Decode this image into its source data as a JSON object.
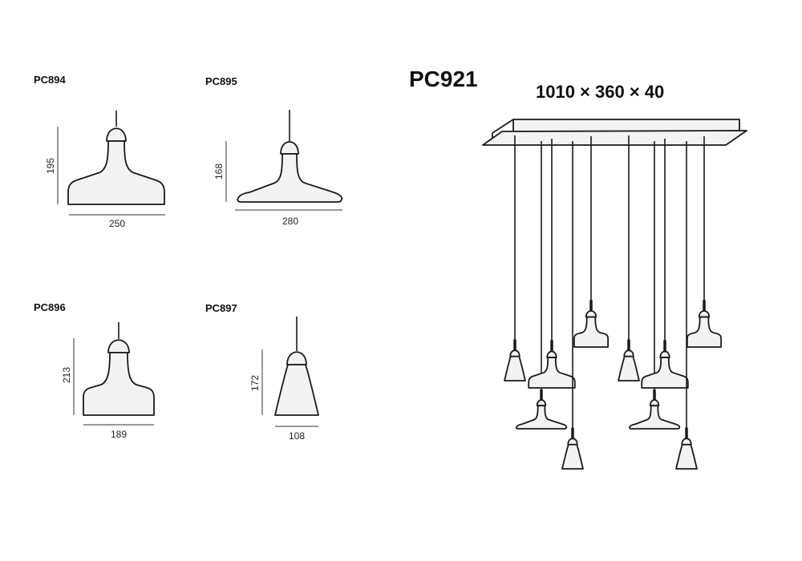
{
  "models": [
    {
      "code": "PC894",
      "height": "195",
      "width": "250"
    },
    {
      "code": "PC895",
      "height": "168",
      "width": "280"
    },
    {
      "code": "PC896",
      "height": "213",
      "width": "189"
    },
    {
      "code": "PC897",
      "height": "172",
      "width": "108"
    }
  ],
  "chandelier": {
    "code": "PC921",
    "dimensions": "1010 × 360 × 40",
    "lamp_count": 10
  },
  "colors": {
    "line": "#1a1a1a",
    "fill": "#f3f3f3"
  }
}
